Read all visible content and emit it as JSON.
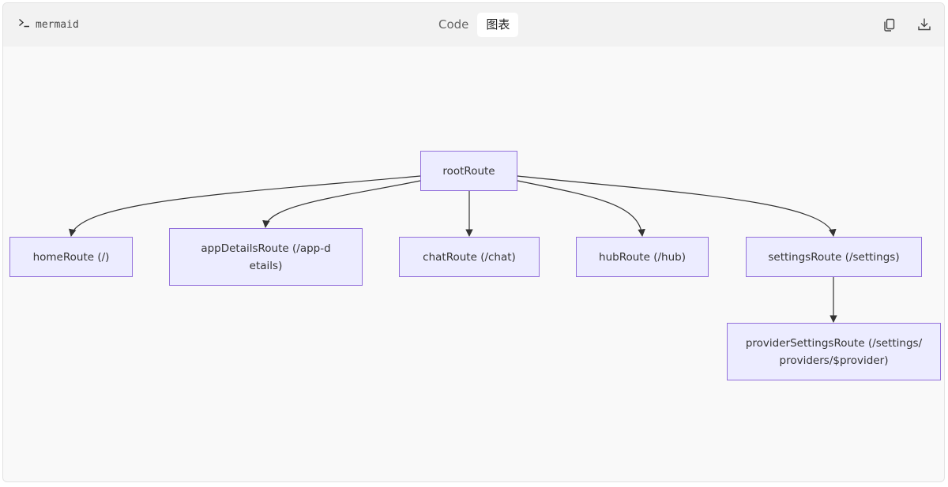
{
  "header": {
    "language": "mermaid",
    "tabs": [
      {
        "label": "Code",
        "active": false
      },
      {
        "label": "图表",
        "active": true
      }
    ],
    "icons": [
      "terminal-icon",
      "copy-icon",
      "download-icon"
    ]
  },
  "diagram": {
    "type": "flowchart-TD",
    "nodes": [
      {
        "id": "rootRoute",
        "label": "rootRoute"
      },
      {
        "id": "homeRoute",
        "label": "homeRoute (/)"
      },
      {
        "id": "appDetailsRoute",
        "label": "appDetailsRoute (/app-details)"
      },
      {
        "id": "chatRoute",
        "label": "chatRoute (/chat)"
      },
      {
        "id": "hubRoute",
        "label": "hubRoute (/hub)"
      },
      {
        "id": "settingsRoute",
        "label": "settingsRoute (/settings)"
      },
      {
        "id": "providerSettingsRoute",
        "label": "providerSettingsRoute (/settings/providers/$provider)"
      }
    ],
    "edges": [
      {
        "from": "rootRoute",
        "to": "homeRoute"
      },
      {
        "from": "rootRoute",
        "to": "appDetailsRoute"
      },
      {
        "from": "rootRoute",
        "to": "chatRoute"
      },
      {
        "from": "rootRoute",
        "to": "hubRoute"
      },
      {
        "from": "rootRoute",
        "to": "settingsRoute"
      },
      {
        "from": "settingsRoute",
        "to": "providerSettingsRoute"
      }
    ],
    "colors": {
      "node_fill": "#ececff",
      "node_stroke": "#9370db",
      "edge": "#333333"
    }
  }
}
